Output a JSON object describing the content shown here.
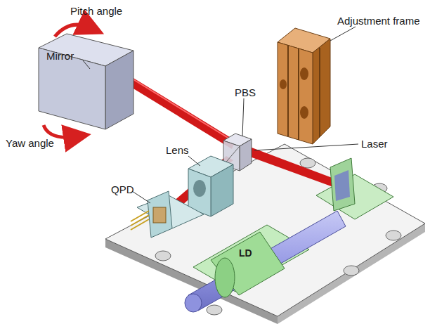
{
  "diagram": {
    "labels": [
      "Pitch angle",
      "Yaw angle",
      "Mirror",
      "Adjustment frame",
      "PBS",
      "Laser",
      "Lens",
      "QPD",
      "LD"
    ]
  }
}
